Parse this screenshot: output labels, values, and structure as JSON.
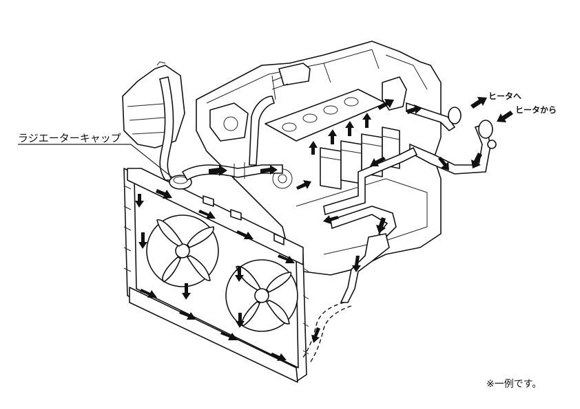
{
  "labels": {
    "radiator_cap": "ラジエーターキャップ",
    "to_heater": "ヒータへ",
    "from_heater": "ヒータから",
    "note": "※一例です。"
  },
  "colors": {
    "line": "#111111",
    "background": "#ffffff"
  },
  "icons": [
    "flow-arrow-icon",
    "fan-icon"
  ]
}
